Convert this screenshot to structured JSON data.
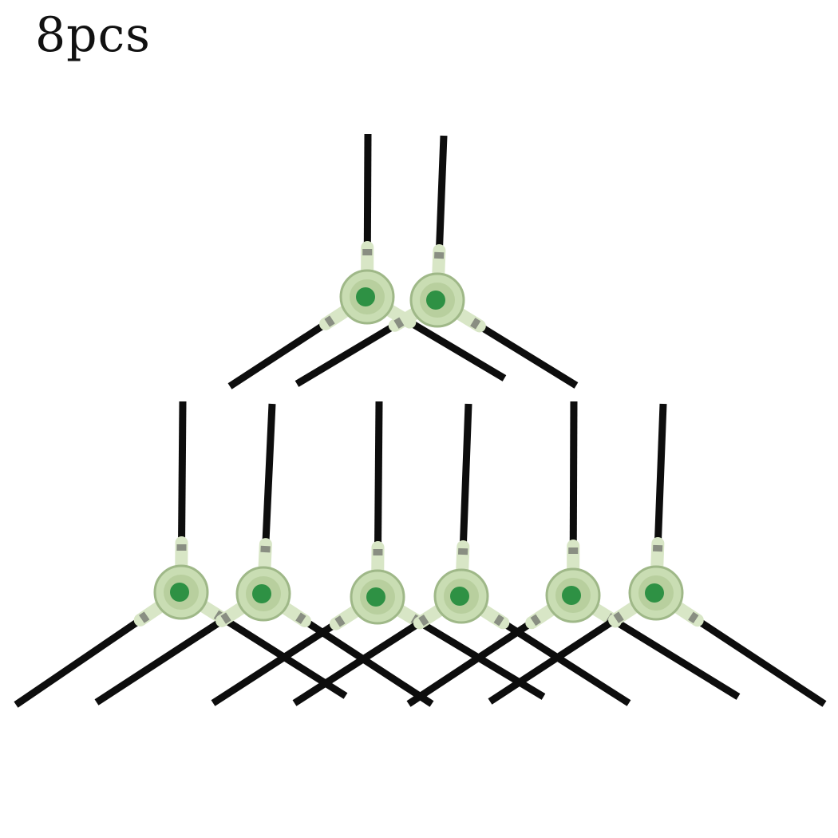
{
  "title": "8pcs",
  "product": {
    "brush_count": 8,
    "arms_per_brush": 3,
    "colors": {
      "background": "#ffffff",
      "bristle": "#0d0d0d",
      "hub_body": "#c9ddb3",
      "hub_outline": "#9fb888",
      "hub_center": "#1f8a3a",
      "sleeve": "#d8e6c6"
    }
  }
}
